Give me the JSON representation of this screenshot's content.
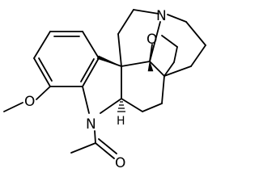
{
  "atom_labels": {
    "n_top": "N",
    "o_bridge": "O",
    "n_indoline": "N",
    "o_methoxy": "O",
    "o_carbonyl": "O",
    "h_stereo": "H"
  }
}
